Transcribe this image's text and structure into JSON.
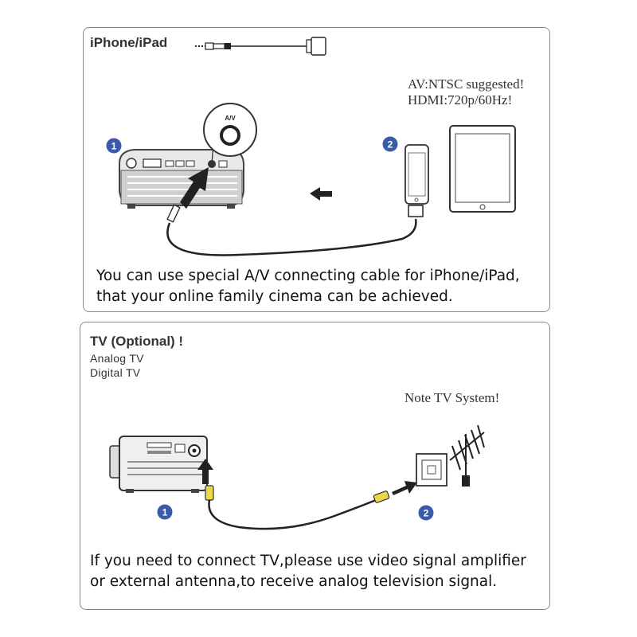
{
  "ipad_panel": {
    "title": "iPhone/iPad",
    "note_line1": "AV:NTSC suggested!",
    "note_line2": "HDMI:720p/60Hz!",
    "port_label": "A/V",
    "step1": "1",
    "step2": "2",
    "caption_line1": "You can use special A/V connecting cable for iPhone/iPad,",
    "caption_line2": "that your online family cinema can be achieved."
  },
  "tv_panel": {
    "title": "TV (Optional) !",
    "subtitle_line1": "Analog TV",
    "subtitle_line2": "Digital TV",
    "note": "Note TV System!",
    "step1": "1",
    "step2": "2",
    "caption_line1": "If you need to connect TV,please use video signal amplifier",
    "caption_line2": "or external antenna,to receive analog television signal."
  },
  "colors": {
    "step_badge": "#3a5ca8",
    "border": "#8a8a8a",
    "cable_tip": "#e8d84a"
  },
  "icons": [
    "projector-icon",
    "av-port-icon",
    "iphone-icon",
    "ipad-icon",
    "antenna-icon",
    "arrow-icon",
    "cable-icon"
  ]
}
